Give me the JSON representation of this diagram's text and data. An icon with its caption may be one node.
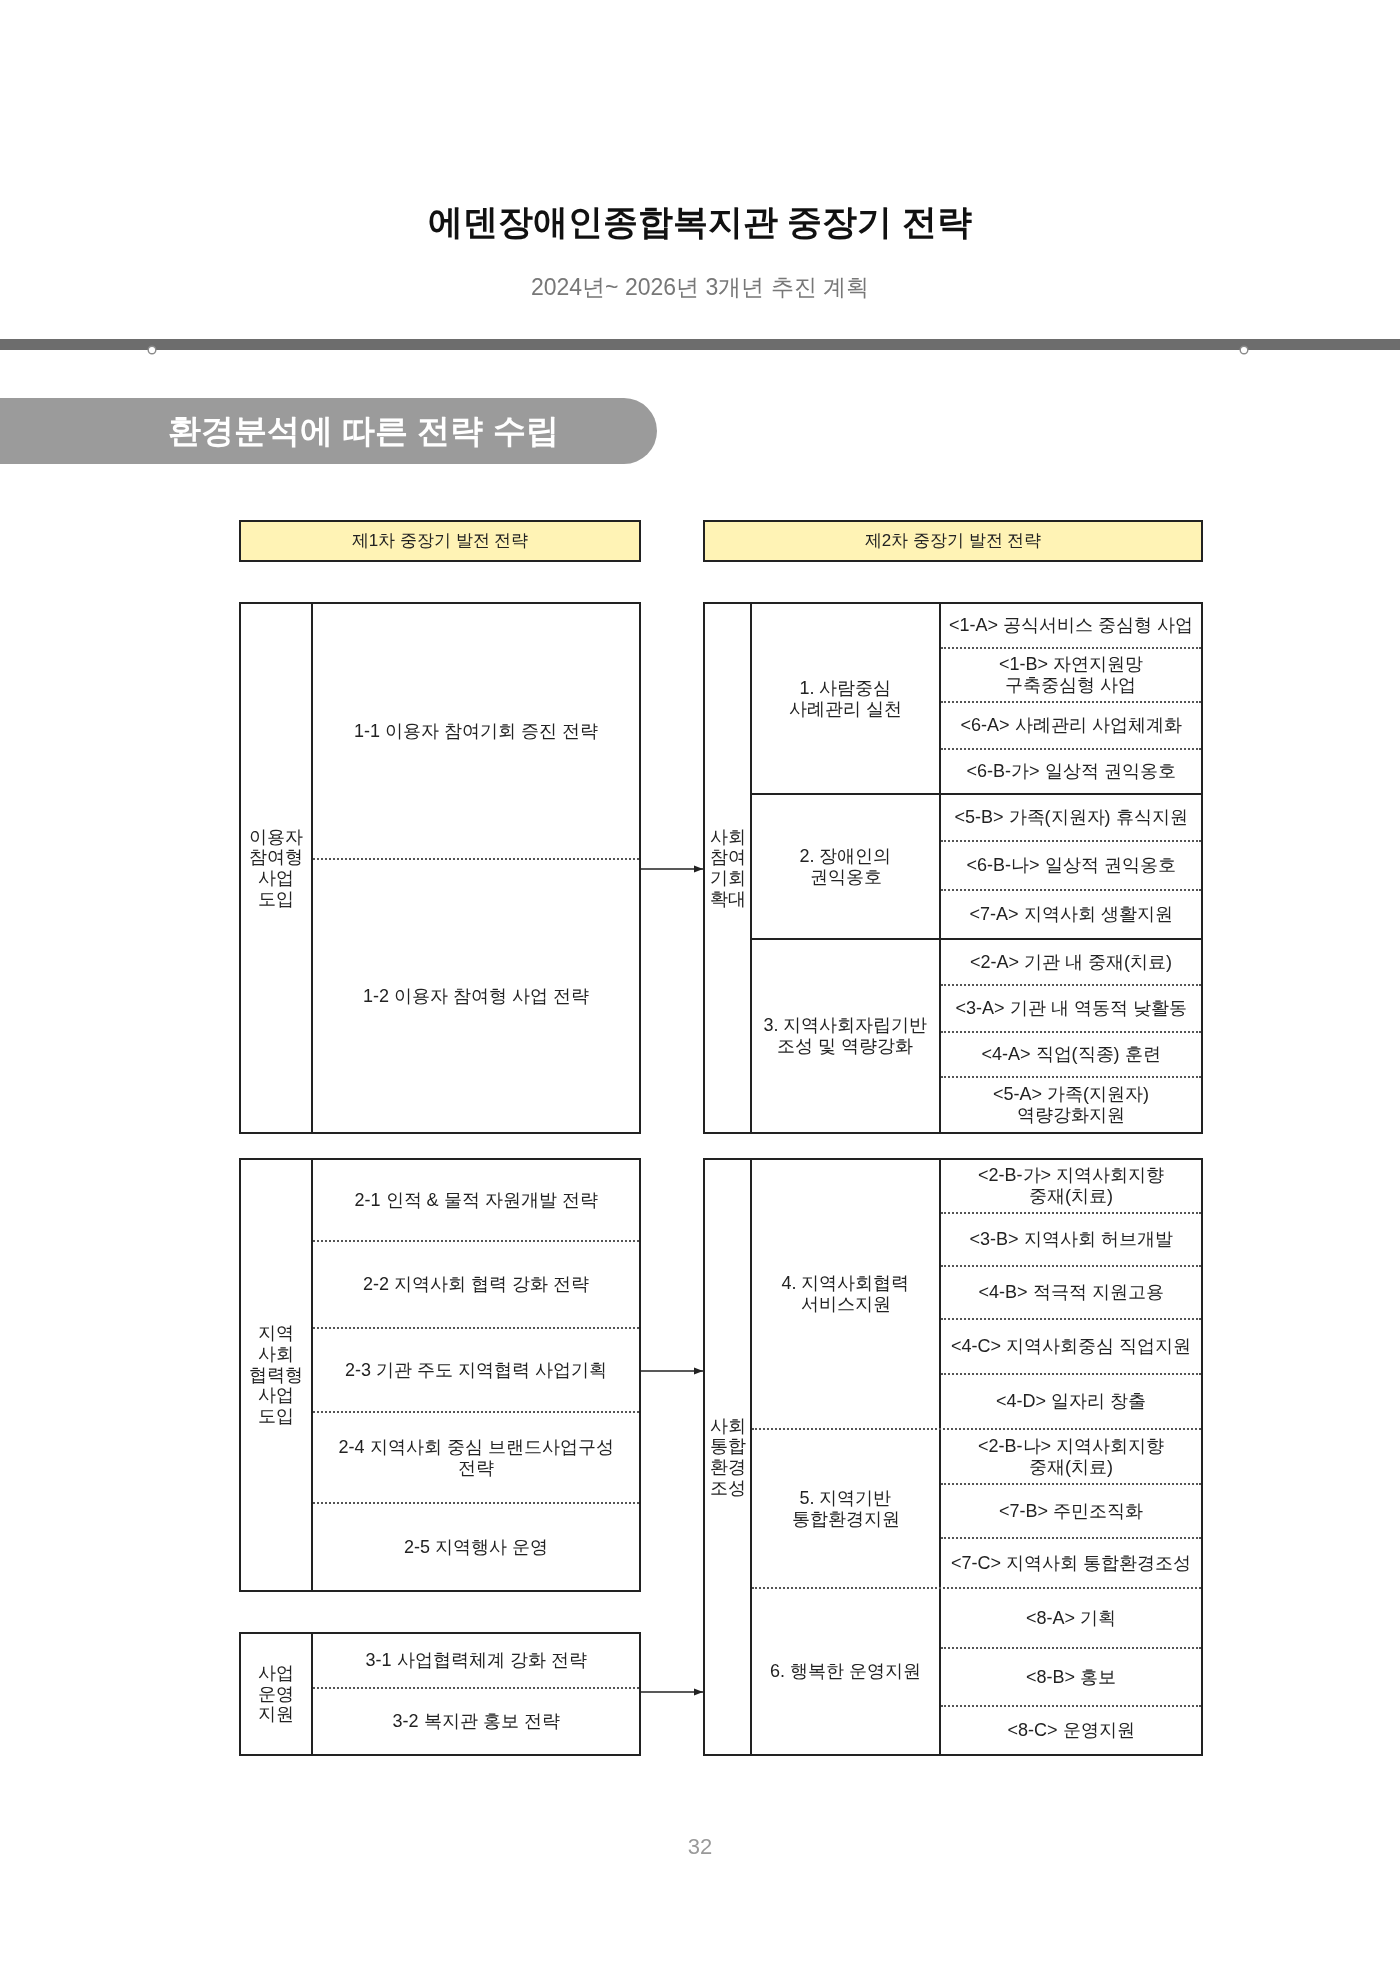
{
  "diagram": {
    "title": "에덴장애인종합복지관 중장기 전략",
    "nodes": [
      {
        "text": [
          "환경분석에 따른 전략 수립"
        ]
      },
      {
        "text": [
          "제1차 중장기 발전 전략"
        ]
      },
      {
        "text": [
          "제2차 중장기 발전 전략"
        ]
      },
      {
        "text": [
          "이용자 참여형 사업 도입"
        ]
      },
      {
        "text": [
          "1-1 이용자 참여기회 증진 전략"
        ],
        "in": 3
      },
      {
        "text": [
          "1-2 이용자 참여형 사업 전략"
        ],
        "in": 3
      },
      {
        "text": [
          "사회 참여 기회 확대"
        ]
      },
      {
        "text": [
          "1. 사람중심 사례관리 실천"
        ],
        "in": 6
      },
      {
        "text": [
          "<1-A> 공식서비스 중심형 사업"
        ],
        "in": 7
      },
      {
        "text": [
          "<1-B> 자연지원망 구축중심형 사업"
        ],
        "in": 7
      },
      {
        "text": [
          "<6-A> 사례관리 사업체계화"
        ],
        "in": 7
      },
      {
        "text": [
          "<6-B-가> 일상적 권익옹호"
        ],
        "in": 7
      },
      {
        "text": [
          "2. 장애인의 권익옹호"
        ],
        "in": 6
      },
      {
        "text": [
          "<5-B> 가족(지원자) 휴식지원"
        ],
        "in": 12
      },
      {
        "text": [
          "<6-B-나> 일상적 권익옹호"
        ],
        "in": 12
      },
      {
        "text": [
          "<7-A> 지역사회 생활지원"
        ],
        "in": 12
      },
      {
        "text": [
          "3. 지역사회자립기반 조성 및 역량강화"
        ],
        "in": 6
      },
      {
        "text": [
          "<2-A> 기관 내 중재(치료)"
        ],
        "in": 16
      },
      {
        "text": [
          "<3-A> 기관 내 역동적 낮활동"
        ],
        "in": 16
      },
      {
        "text": [
          "<4-A> 직업(직종) 훈련"
        ],
        "in": 16
      },
      {
        "text": [
          "<5-A> 가족(지원자) 역량강화지원"
        ],
        "in": 16
      },
      {
        "text": [
          "지역 사회 협력형 사업 도입"
        ]
      },
      {
        "text": [
          "2-1 인적 & 물적 자원개발 전략"
        ],
        "in": 21
      },
      {
        "text": [
          "2-2 지역사회 협력 강화 전략"
        ],
        "in": 21
      },
      {
        "text": [
          "2-3 기관 주도 지역협력 사업기획"
        ],
        "in": 21
      },
      {
        "text": [
          "2-4 지역사회 중심 브랜드사업구성 전략"
        ],
        "in": 21
      },
      {
        "text": [
          "2-5 지역행사 운영"
        ],
        "in": 21
      },
      {
        "text": [
          "사업 운영 지원"
        ]
      },
      {
        "text": [
          "3-1 사업협력체계 강화 전략"
        ],
        "in": 27
      },
      {
        "text": [
          "3-2 복지관 홍보 전략"
        ],
        "in": 27
      },
      {
        "text": [
          "사회 통합 환경 조성"
        ]
      },
      {
        "text": [
          "4. 지역사회협력 서비스지원"
        ],
        "in": 30
      },
      {
        "text": [
          "<2-B-가> 지역사회지향 중재(치료)"
        ],
        "in": 31
      },
      {
        "text": [
          "<3-B> 지역사회 허브개발"
        ],
        "in": 31
      },
      {
        "text": [
          "<4-B> 적극적 지원고용"
        ],
        "in": 31
      },
      {
        "text": [
          "<4-C> 지역사회중심 직업지원"
        ],
        "in": 31
      },
      {
        "text": [
          "<4-D> 일자리 창출"
        ],
        "in": 31
      },
      {
        "text": [
          "5. 지역기반 통합환경지원"
        ],
        "in": 30
      },
      {
        "text": [
          "<2-B-나> 지역사회지향 중재(치료)"
        ],
        "in": 37
      },
      {
        "text": [
          "<7-B> 주민조직화"
        ],
        "in": 37
      },
      {
        "text": [
          "<7-C> 지역사회 통합환경조성"
        ],
        "in": 37
      },
      {
        "text": [
          "6. 행복한 운영지원"
        ],
        "in": 30
      },
      {
        "text": [
          "<8-A> 기획"
        ],
        "in": 41
      },
      {
        "text": [
          "<8-B> 홍보"
        ],
        "in": 41
      },
      {
        "text": [
          "<8-C> 운영지원"
        ],
        "in": 41
      }
    ],
    "edges": [
      {
        "from": 3,
        "to": 6,
        "arrow": "to"
      },
      {
        "from": 21,
        "to": 30,
        "arrow": "to"
      },
      {
        "from": 27,
        "to": 30,
        "arrow": "to"
      }
    ],
    "labels": [
      "2024년~ 2026년 3개년 추진 계획",
      "32"
    ]
  }
}
